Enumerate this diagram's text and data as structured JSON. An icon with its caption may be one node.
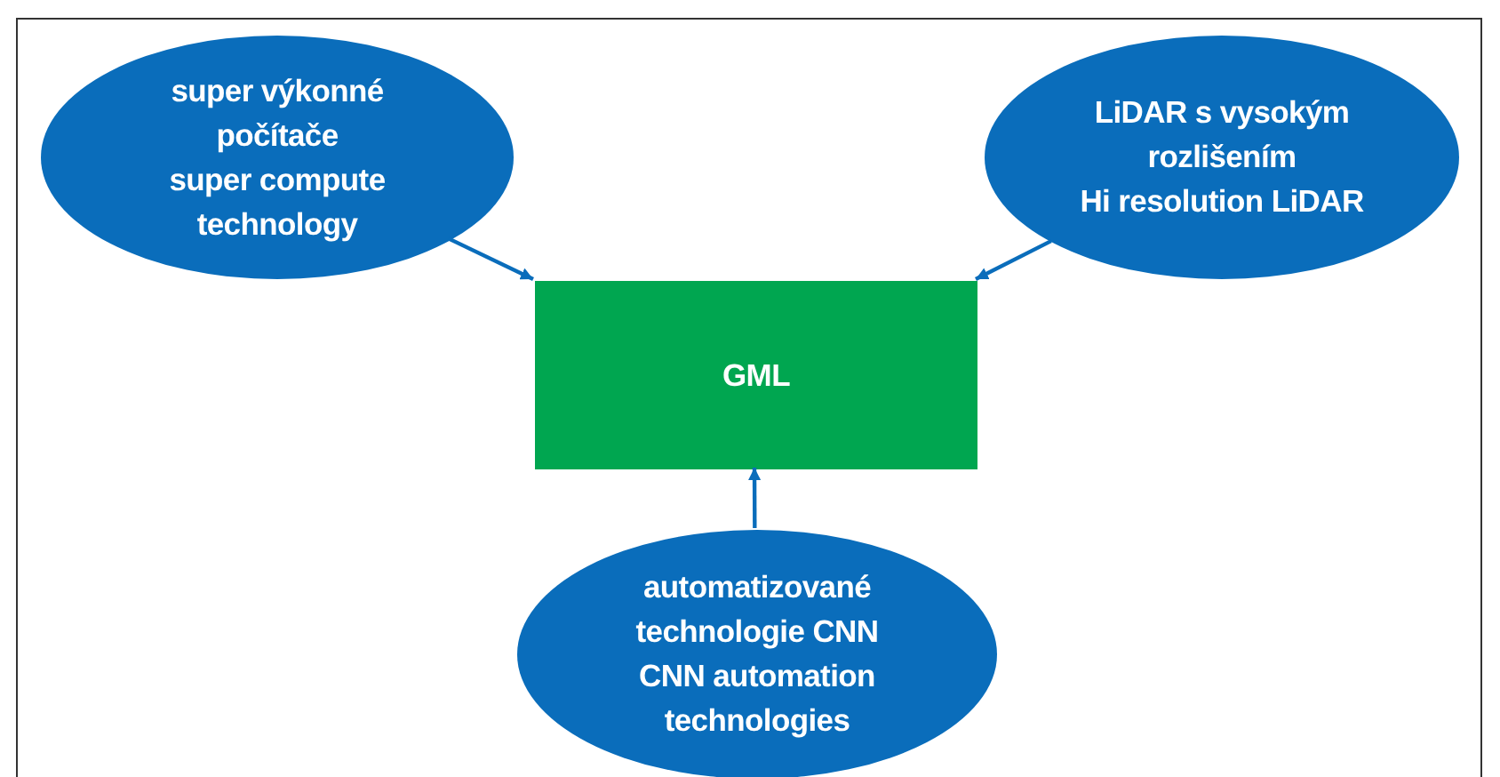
{
  "diagram": {
    "nodes": [
      {
        "text": [
          "super výkonné počítače",
          "super compute technology"
        ]
      },
      {
        "text": [
          "LiDAR s vysokým rozlišením",
          "Hi resolution LiDAR"
        ]
      },
      {
        "text": [
          "GML"
        ]
      },
      {
        "text": [
          "automatizované technologie CNN",
          "CNN automation technologies"
        ]
      }
    ],
    "edges": [
      {
        "from": 0,
        "to": 2,
        "arrow": "to"
      },
      {
        "from": 1,
        "to": 2,
        "arrow": "to"
      },
      {
        "from": 3,
        "to": 2,
        "arrow": "to"
      }
    ]
  }
}
